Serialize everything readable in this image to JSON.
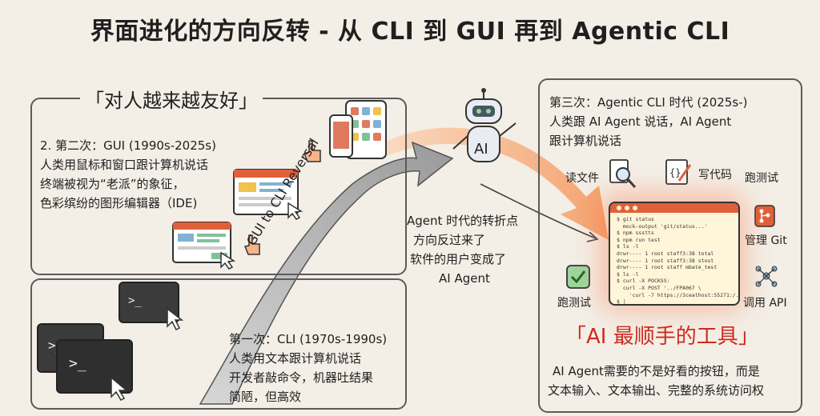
{
  "title": "界面进化的方向反转 - 从 CLI 到 GUI 再到 Agentic CLI",
  "gui_section": {
    "heading": "「对人越来越友好」",
    "lines": [
      "2. 第二次：GUI (1990s-2025s)",
      "人类用鼠标和窗口跟计算机说话",
      "终端被视为“老派”的象征，",
      "色彩缤纷的图形编辑器（IDE)"
    ]
  },
  "cli_section": {
    "lines": [
      "第一次：CLI (1970s-1990s)",
      "人类用文本跟计算机说话",
      "开发者敲命令，机器吐结果",
      "简陋，但高效"
    ]
  },
  "reversal_label": "GUI to CLI Reversal",
  "robot": {
    "badge": "AI"
  },
  "turning_point": {
    "lines": [
      "Agent 时代的转折点",
      "方向反过来了",
      "软件的用户变成了",
      "AI Agent"
    ]
  },
  "agentic_section": {
    "lines": [
      "第三次：Agentic CLI 时代 (2025s-)",
      "人类跟 AI Agent 说话，AI Agent",
      "跟计算机说话"
    ],
    "actions": {
      "read": "读文件",
      "write": "写代码",
      "test_top": "跑测试",
      "git": "管理 Git",
      "test_left": "跑测试",
      "api": "调用 API"
    },
    "heading": "「AI 最顺手的工具」",
    "footer": [
      "AI Agent需要的不是好看的按钮，而是",
      "文本输入、文本输出、完整的系统访问权"
    ]
  },
  "terminal": {
    "lines": [
      "$ git status",
      "  mock-output 'git/status...'",
      "$ npm ssstts",
      "$ npm run test",
      "$ ls -l",
      "drwr---- 1 root staff3:38 total",
      "drwr---- 1 root staff3:38 stost",
      "drwr---- 1 root staff mbate_test",
      "$ ls -l",
      "$ curl -X POCKSS:",
      "  curl -X POST '../FPA067 \\",
      "    'curl -7 https://3ceathost:55271:/...'",
      "$ |"
    ]
  },
  "cli_prompt_glyph": ">_",
  "colors": {
    "accent": "#e0603a",
    "red_heading": "#cf2b1d",
    "arrow_grey": "#8f8f8f",
    "glow": "#ffb38a"
  }
}
